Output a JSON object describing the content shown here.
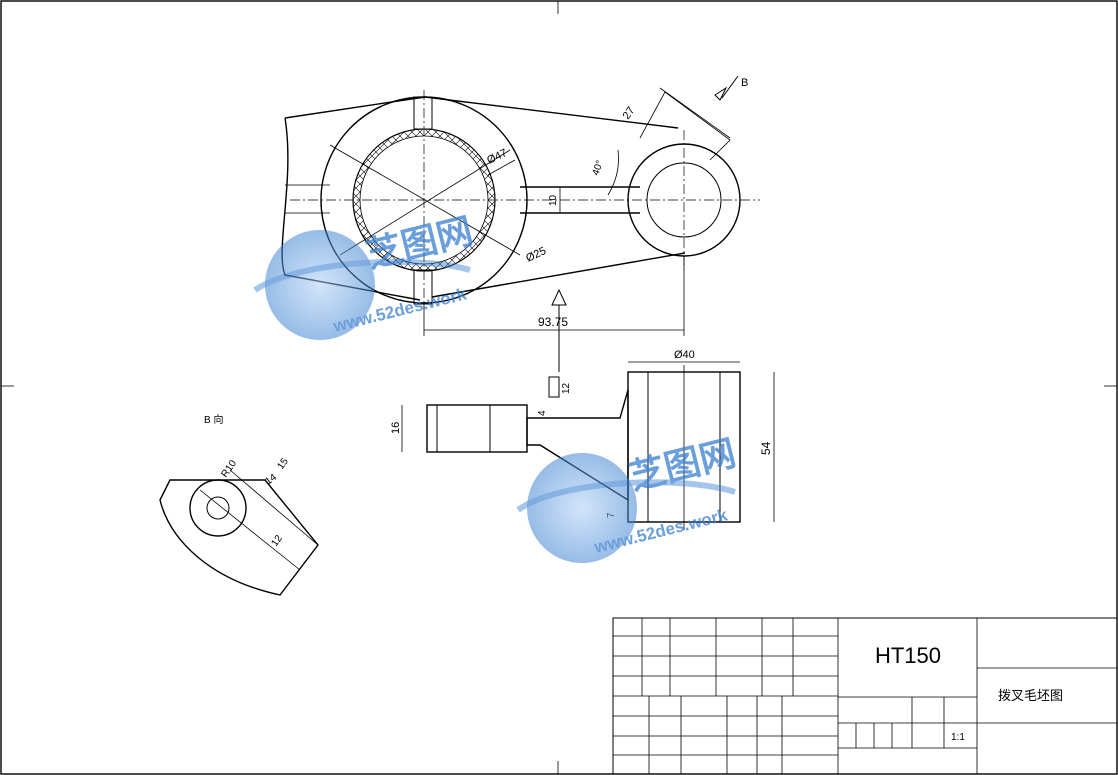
{
  "drawing": {
    "dimensions": {
      "d47": "Ø47",
      "d25": "Ø25",
      "d10": "10",
      "d27": "27",
      "d40deg": "40°",
      "d93_75": "93.75",
      "d40": "Ø40",
      "d54": "54",
      "d16": "16",
      "d4": "4",
      "d12": "12",
      "d7": "7",
      "d15": "15",
      "d14": "14",
      "r10": "R10",
      "d12b": "12"
    },
    "view_labels": {
      "b_arrow": "B",
      "b_view": "B 向"
    }
  },
  "title_block": {
    "material": "HT150",
    "part_name": "拨叉毛坯图",
    "scale": "1:1"
  },
  "watermark": {
    "brand": "芝图网",
    "url": "www.52des.work"
  },
  "colors": {
    "line": "#000000",
    "watermark": "#3a7fd0"
  }
}
